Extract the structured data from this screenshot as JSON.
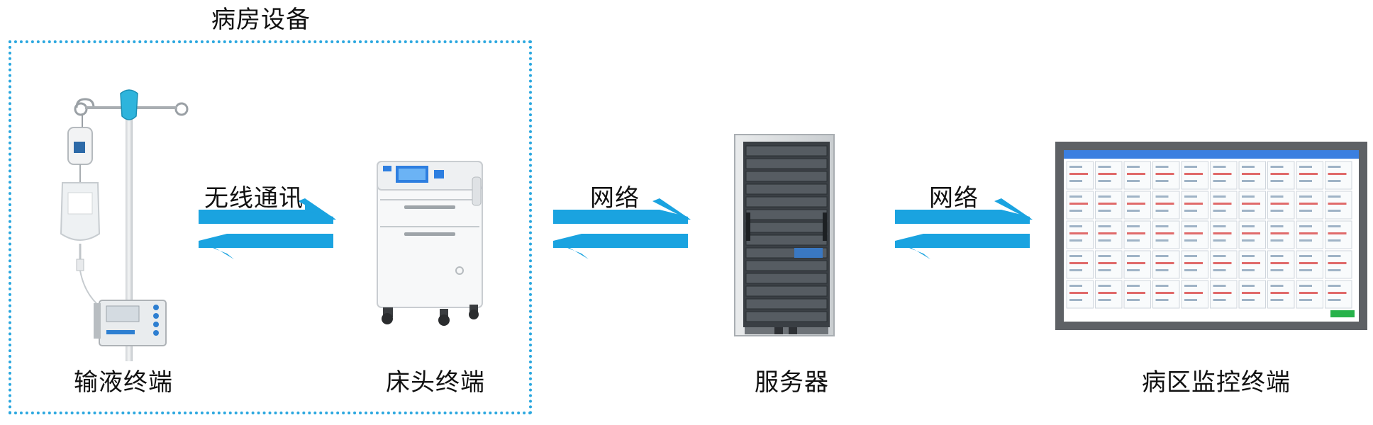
{
  "group": {
    "title": "病房设备"
  },
  "nodes": {
    "infusion": {
      "label": "输液终端"
    },
    "bedside": {
      "label": "床头终端"
    },
    "server": {
      "label": "服务器"
    },
    "monitor": {
      "label": "病区监控终端"
    }
  },
  "links": {
    "wireless": {
      "label": "无线通讯"
    },
    "network1": {
      "label": "网络"
    },
    "network2": {
      "label": "网络"
    }
  },
  "colors": {
    "arrow": "#1aa3e0",
    "border": "#2aa7df",
    "screen_header": "#3b7fe0",
    "screen_button": "#27b24a"
  }
}
